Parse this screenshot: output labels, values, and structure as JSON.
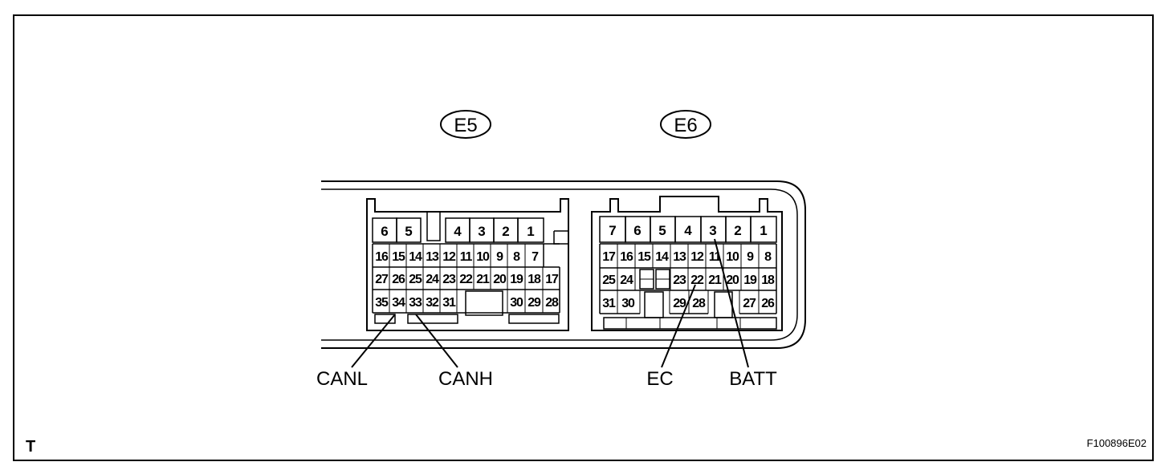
{
  "connectors": [
    {
      "id": "E5",
      "label": "E5",
      "rows": [
        [
          "6",
          "5",
          "4",
          "3",
          "2",
          "1"
        ],
        [
          "16",
          "15",
          "14",
          "13",
          "12",
          "11",
          "10",
          "9",
          "8",
          "7"
        ],
        [
          "27",
          "26",
          "25",
          "24",
          "23",
          "22",
          "21",
          "20",
          "19",
          "18",
          "17"
        ],
        [
          "35",
          "34",
          "33",
          "32",
          "31",
          "30",
          "29",
          "28"
        ]
      ]
    },
    {
      "id": "E6",
      "label": "E6",
      "rows": [
        [
          "7",
          "6",
          "5",
          "4",
          "3",
          "2",
          "1"
        ],
        [
          "17",
          "16",
          "15",
          "14",
          "13",
          "12",
          "11",
          "10",
          "9",
          "8"
        ],
        [
          "25",
          "24",
          "23",
          "22",
          "21",
          "20",
          "19",
          "18"
        ],
        [
          "31",
          "30",
          "29",
          "28",
          "27",
          "26"
        ]
      ]
    }
  ],
  "signals": [
    {
      "name": "CANL",
      "connector": "E5",
      "pin": "34"
    },
    {
      "name": "CANH",
      "connector": "E5",
      "pin": "33"
    },
    {
      "name": "EC",
      "connector": "E6",
      "pin": "22"
    },
    {
      "name": "BATT",
      "connector": "E6",
      "pin": "3"
    }
  ],
  "corner_label": "T",
  "figure_id": "F100896E02"
}
